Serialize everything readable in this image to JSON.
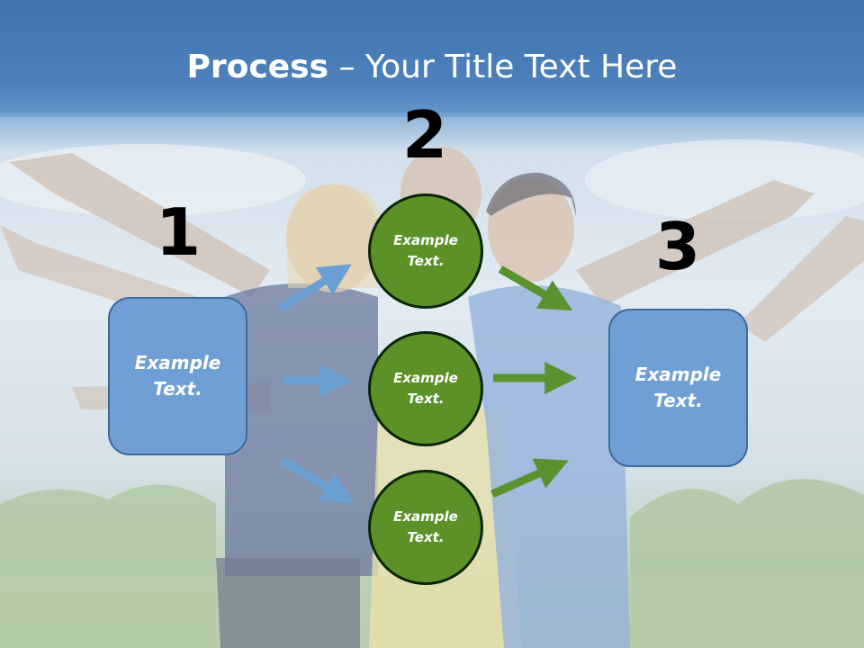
{
  "slide": {
    "title_bold": "Process",
    "title_rest": " – Your Title Text Here"
  },
  "steps": {
    "one": "1",
    "two": "2",
    "three": "3"
  },
  "left_box": "Example\nText.",
  "right_box": "Example\nText.",
  "circles": [
    "Example\nText.",
    "Example\nText.",
    "Example\nText."
  ],
  "colors": {
    "box_fill": "#6f9fd4",
    "box_border": "#3f6a99",
    "circle_fill": "#5c9128",
    "circle_border": "#0b2508",
    "blue_arrow": "#6a9fd4",
    "green_arrow": "#5a9230"
  }
}
